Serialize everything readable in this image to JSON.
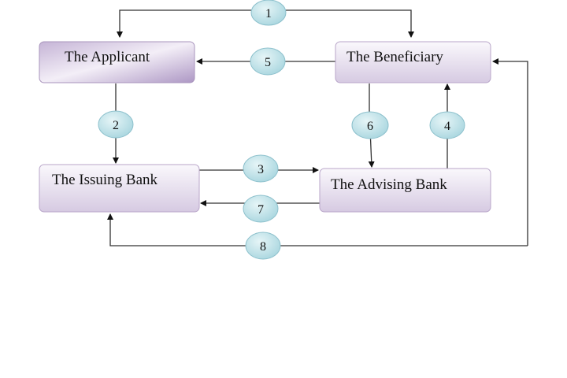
{
  "nodes": {
    "applicant": "The Applicant",
    "beneficiary": "The Beneficiary",
    "issuing_bank": "The Issuing Bank",
    "advising_bank": "The Advising Bank"
  },
  "steps": [
    "1",
    "2",
    "3",
    "4",
    "5",
    "6",
    "7",
    "8"
  ],
  "colors": {
    "box_fill_light": "#f4f0f7",
    "box_fill_dark": "#c9b8d8",
    "box_border": "#b9a6c9",
    "step_fill": "#bfe3ea",
    "step_border": "#7fb7c4"
  }
}
